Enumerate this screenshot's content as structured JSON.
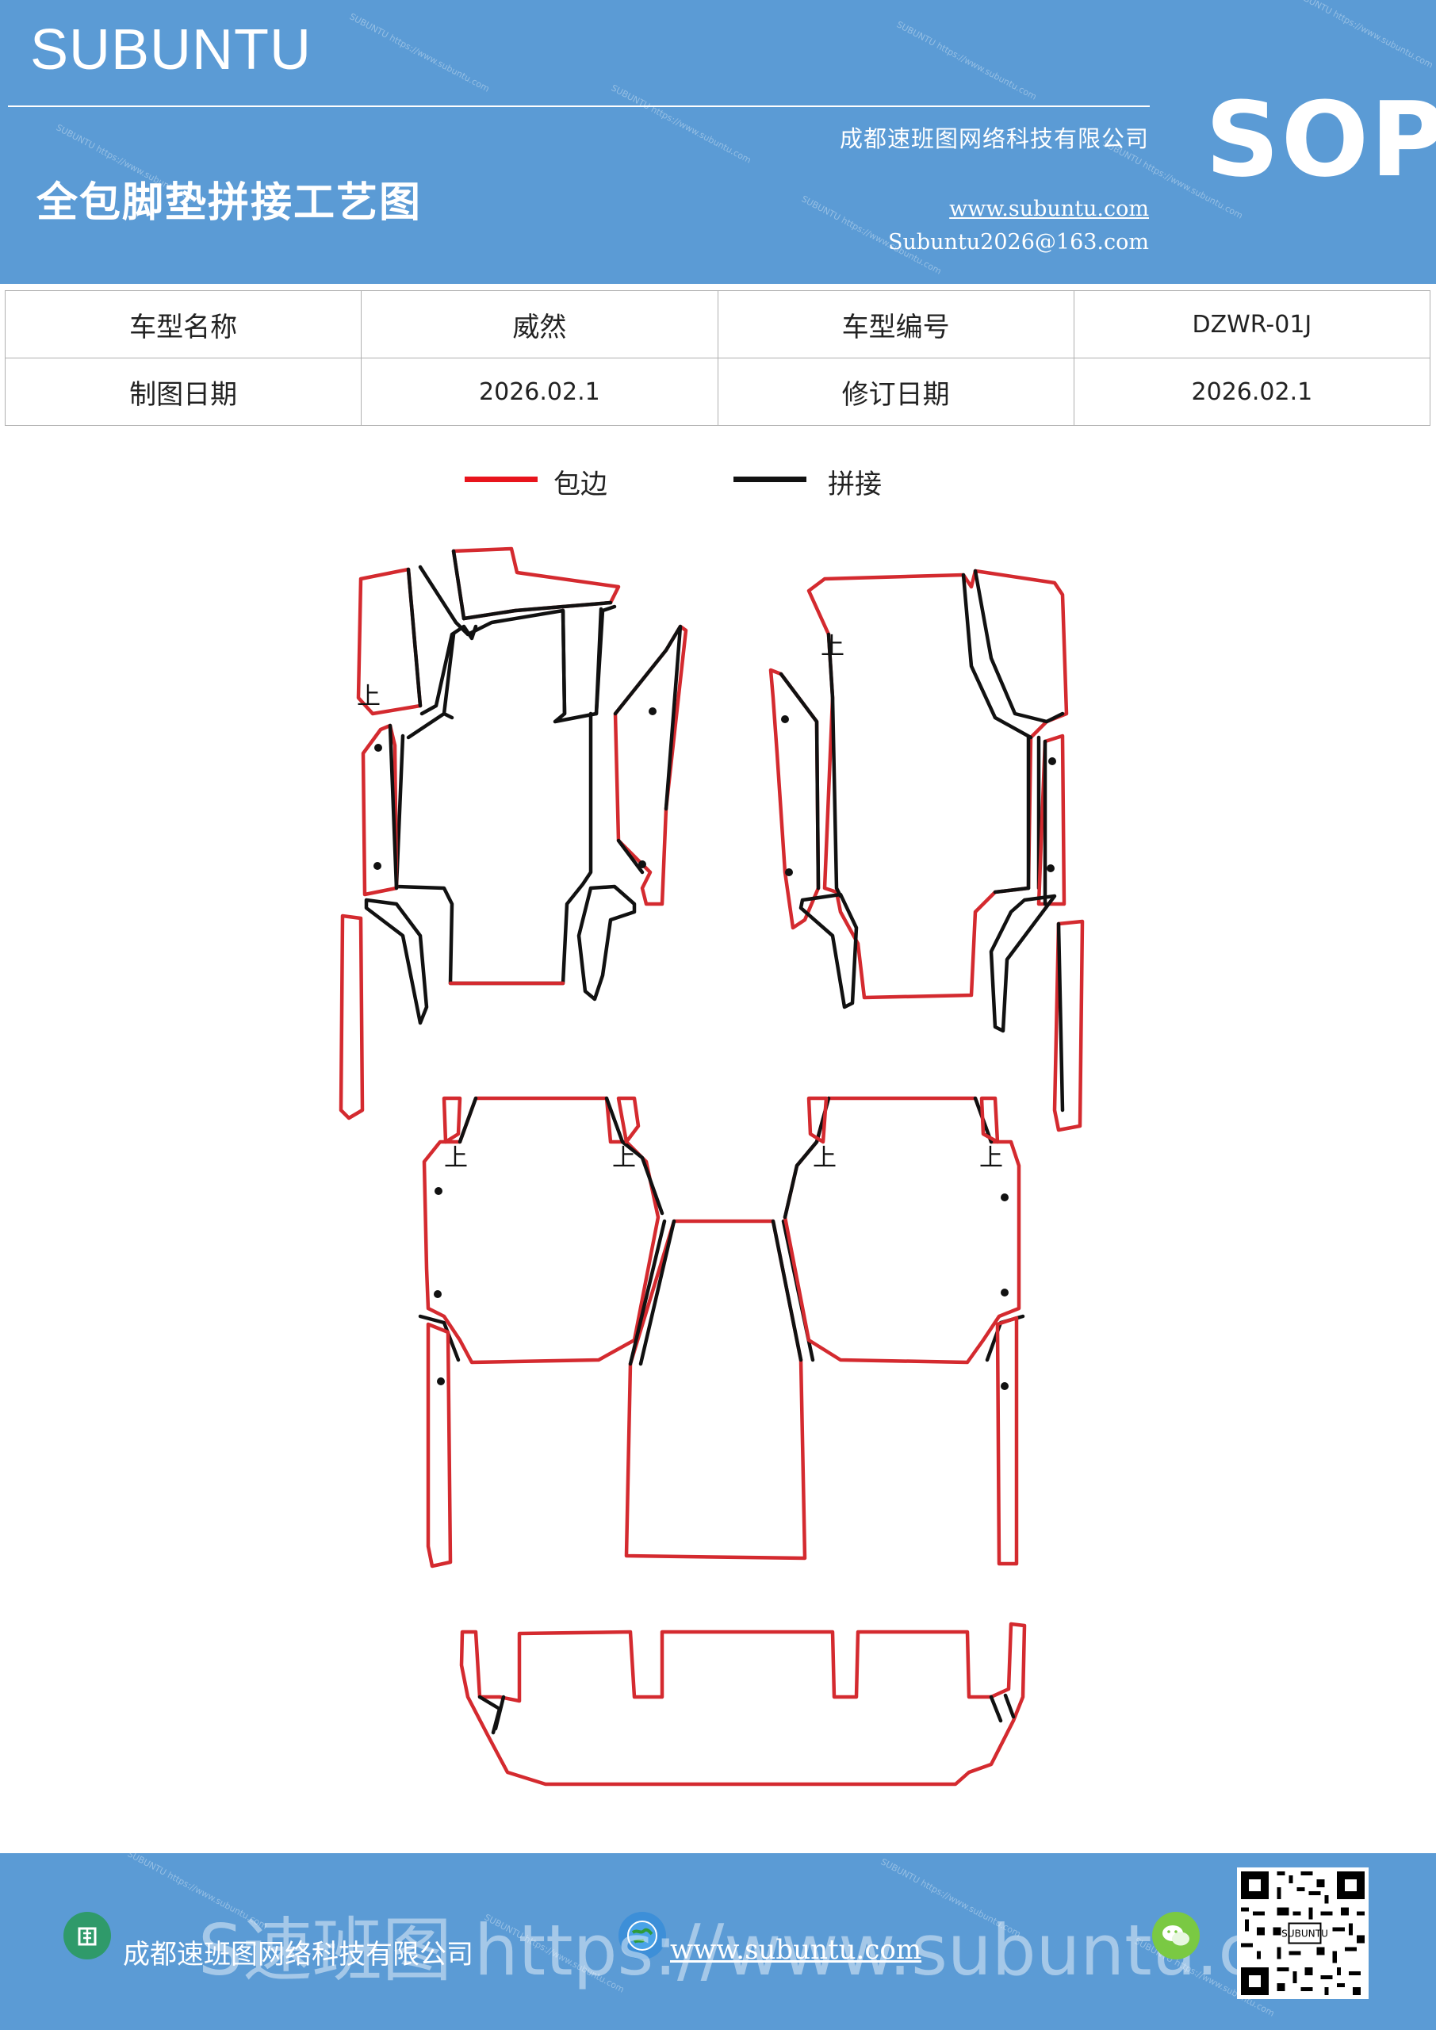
{
  "header": {
    "brand": "SUBUNTU",
    "company": "成都速班图网络科技有限公司",
    "title": "全包脚垫拼接工艺图",
    "website": "www.subuntu.com",
    "email": "Subuntu2026@163.com",
    "badge": "SOP",
    "watermark_text": "SUBUNTU https://www.subuntu.com"
  },
  "info_table": {
    "row1": {
      "label1": "车型名称",
      "value1": "威然",
      "label2": "车型编号",
      "value2": "DZWR-01J"
    },
    "row2": {
      "label1": "制图日期",
      "value1": "2026.02.1",
      "label2": "修订日期",
      "value2": "2026.02.1"
    }
  },
  "legend": {
    "items": [
      {
        "label": "包边",
        "color": "#e8141c"
      },
      {
        "label": "拼接",
        "color": "#111111"
      }
    ]
  },
  "drawing": {
    "up_marker": "上",
    "colors": {
      "edge": "#d42a2f",
      "seam": "#111111"
    }
  },
  "footer": {
    "company": "成都速班图网络科技有限公司",
    "website": "www.subuntu.com",
    "overlay_text": "S速班图 https://www.subuntu.com",
    "icons": [
      "building-icon",
      "globe-icon",
      "wechat-icon",
      "qr-code"
    ]
  },
  "colors": {
    "header_bg": "#5b9bd5",
    "footer_bg": "#5b9bd5"
  }
}
